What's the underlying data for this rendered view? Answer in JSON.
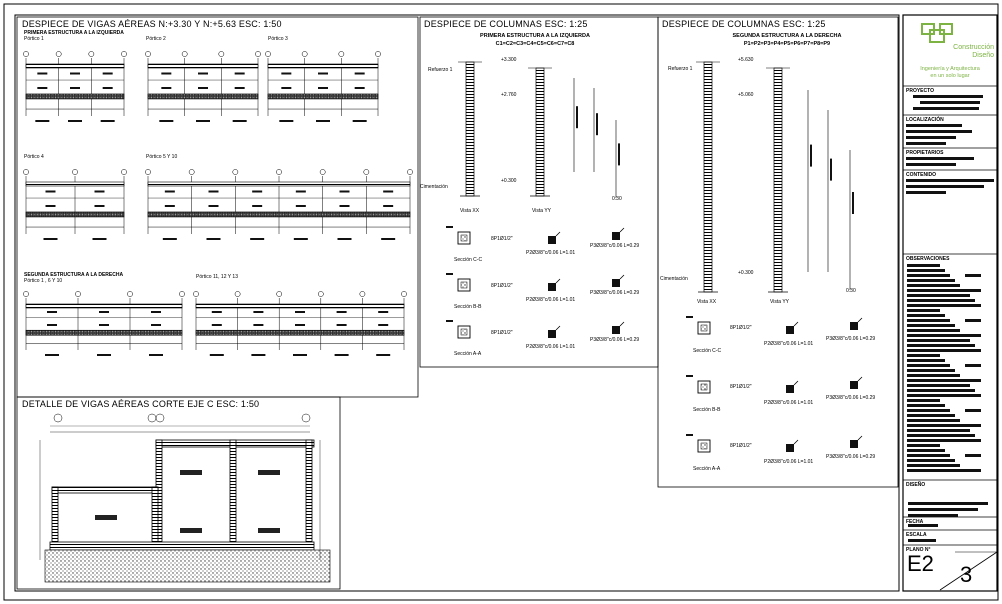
{
  "sheet": {
    "title_beams": "DESPIECE DE VIGAS AÉREAS N:+3.30 Y N:+5.63 ESC: 1:50",
    "title_detail": "DETALLE DE VIGAS AÉREAS CORTE EJE C ESC: 1:50",
    "title_col_left": "DESPIECE DE COLUMNAS ESC: 1:25",
    "title_col_right": "DESPIECE DE COLUMNAS ESC: 1:25",
    "col_left_sub1": "PRIMERA ESTRUCTURA A LA IZQUIERDA",
    "col_left_sub2": "C1=C2=C3=C4=C5=C6=C7=C8",
    "col_right_sub1": "SEGUNDA ESTRUCTURA A LA DERECHA",
    "col_right_sub2": "P1=P2=P3=P4=P5=P6=P7=P8=P9"
  },
  "beams": {
    "group1": "PRIMERA ESTRUCTURA A LA IZQUIERDA",
    "portico1": "Pórtico 1",
    "portico2a": "Pórtico 2",
    "portico2b": "Pórtico 3",
    "portico4": "Pórtico 4",
    "portico5": "Pórtico 5 Y 10",
    "group2": "SEGUNDA ESTRUCTURA A LA DERECHA",
    "portico6": "Pórtico 1 , 6 Y 10",
    "portico7": "Pórtico 11, 12 Y 13"
  },
  "columns_left": {
    "rebar_label": "Refuerzo 1",
    "cimentacion": "Cimentación",
    "view_xx": "Vista XX",
    "view_yy": "Vista YY",
    "lvl_top": "+3.300",
    "lvl_mid": "+2.760",
    "lvl_bot": "+0.300",
    "lvl_zero": "0.30",
    "sec_cc": "Sección C-C",
    "sec_bb": "Sección B-B",
    "sec_aa": "Sección A-A",
    "ep1": "EP1",
    "ep1_note": "8P1Ø1/2\"",
    "stirrup1": "P2Ø3/8\"c/0.06 L=1.01",
    "stirrup2": "P3Ø3/8\"c/0.06 L=0.29"
  },
  "columns_right": {
    "rebar_label": "Refuerzo 1",
    "cimentacion": "Cimentación",
    "view_xx": "Vista XX",
    "view_yy": "Vista YY",
    "lvl_top": "+5.630",
    "lvl_mid": "+5.060",
    "lvl_bot": "+0.300",
    "lvl_zero": "0.30",
    "sec_cc": "Sección C-C",
    "sec_bb": "Sección B-B",
    "sec_aa": "Sección A-A",
    "ep1": "EP1",
    "ep1_note": "8P1Ø1/2\"",
    "stirrup1": "P2Ø3/8\"c/0.06 L=1.01",
    "stirrup2": "P3Ø3/8\"c/0.06 L=0.29"
  },
  "titleblock": {
    "brand_main": "Construcción",
    "brand_sub": "Diseño",
    "tagline1": "Ingeniería y Arquitectura",
    "tagline2": "en un solo lugar",
    "proyecto": "PROYECTO",
    "localizacion": "LOCALIZACIÓN",
    "propietarios": "PROPIETARIOS",
    "contenido": "CONTENIDO",
    "observaciones": "OBSERVACIONES",
    "diseno": "DISEÑO",
    "fecha": "FECHA",
    "escala": "ESCALA",
    "plano_no": "PLANO N°",
    "plano_code": "E2",
    "plano_num": "3",
    "brand_color": "#7cb342"
  }
}
